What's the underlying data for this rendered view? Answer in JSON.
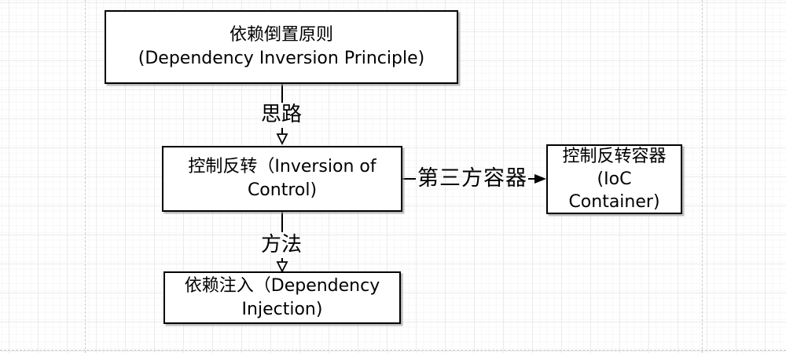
{
  "diagram": {
    "title": "IoC concept flow diagram",
    "colors": {
      "node_fill": "#ffffff",
      "node_border": "#000000",
      "text": "#000000",
      "grid_major": "#ebebeb",
      "grid_minor": "#f7f7f7",
      "page_guide": "#c9c9c9",
      "shadow": "#969696"
    },
    "nodes": {
      "dip": {
        "label": "依赖倒置原则\n(Dependency Inversion Principle)"
      },
      "ioc": {
        "label": "控制反转（Inversion of\nControl)"
      },
      "ioc_container": {
        "label": "控制反转容器\n(IoC\nContainer)"
      },
      "di": {
        "label": "依赖注入（Dependency\nInjection)"
      }
    },
    "edges": {
      "silu": {
        "label": "思路",
        "from": "dip",
        "to": "ioc"
      },
      "fangfa": {
        "label": "方法",
        "from": "ioc",
        "to": "di"
      },
      "third_party": {
        "label": "第三方容器",
        "from": "ioc",
        "to": "ioc_container"
      }
    }
  }
}
